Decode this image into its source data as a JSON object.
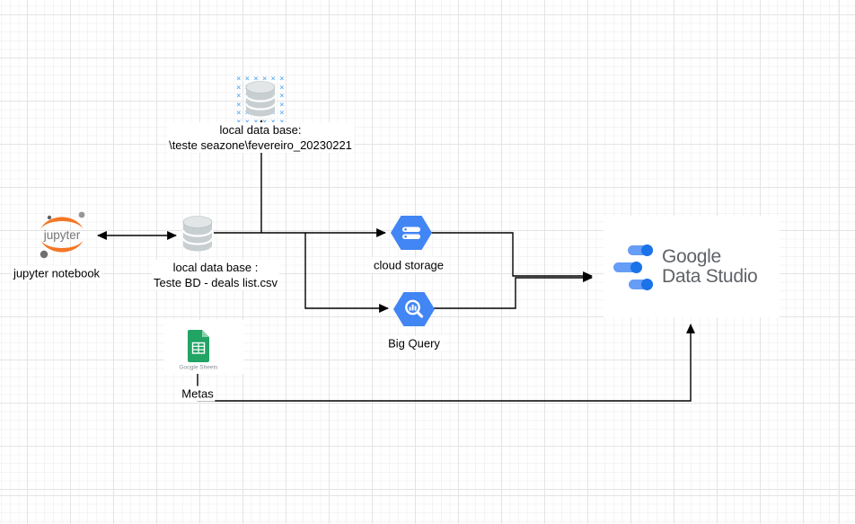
{
  "colors": {
    "hex-blue": "#4285F4",
    "bar-light": "#669DF6",
    "bar-dark": "#1A73E8",
    "sheets-green": "#21A464",
    "sheets-fold": "#8BD0AC",
    "jupyter-orange": "#F37726",
    "jupyter-gray": "#767677",
    "brand-gray": "#5F6368",
    "selection-blue": "#4DA3F0",
    "db-body": "#c8cfd1",
    "db-top": "#e2e6e7"
  },
  "selection_pattern": {
    "char": "×",
    "rows": 6,
    "cols": 6
  },
  "nodes": {
    "selected_db": {
      "label_line1": "local data base:",
      "label_line2": "\\teste seazone\\fevereiro_20230221"
    },
    "jupyter": {
      "logo_text": "jupyter",
      "label": "jupyter notebook"
    },
    "local_db": {
      "label_line1": "local data base :",
      "label_line2": "Teste BD - deals list.csv"
    },
    "cloud_storage": {
      "label": "cloud storage"
    },
    "big_query": {
      "label": "Big Query"
    },
    "sheets": {
      "caption": "Google Sheets",
      "label": "Metas"
    },
    "data_studio": {
      "brand_line1": "Google",
      "brand_line2": "Data Studio"
    }
  }
}
